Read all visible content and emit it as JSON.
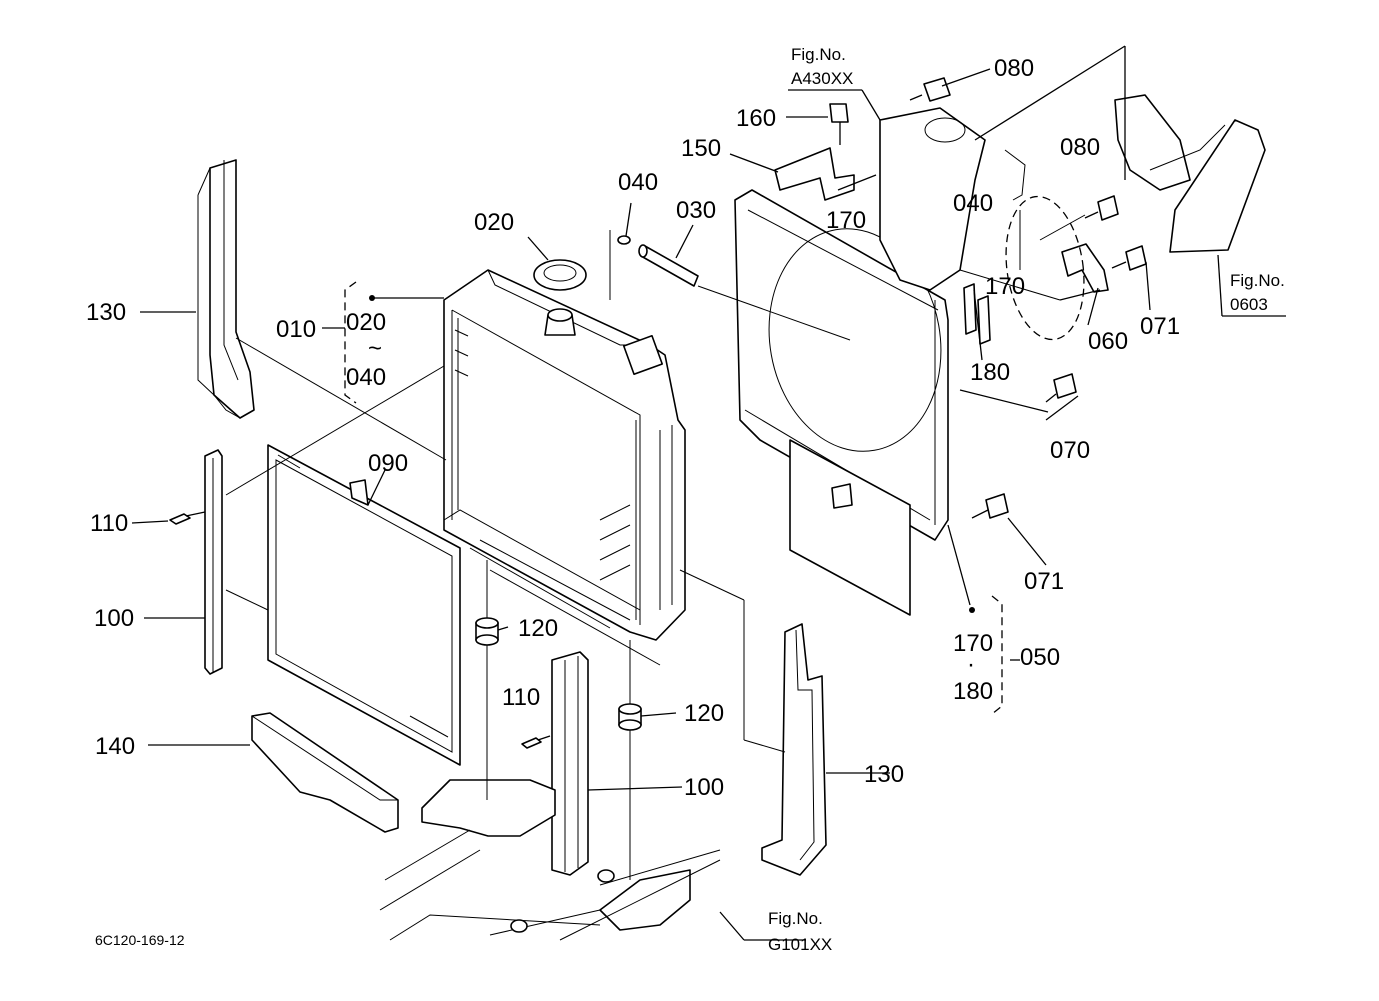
{
  "labels": {
    "p130_left": "130",
    "p010": "010",
    "p020_range_start": "020",
    "range_tilde": "~",
    "p040_range_end": "040",
    "p020_cap": "020",
    "p040_top": "040",
    "p030": "030",
    "p090": "090",
    "p110_left": "110",
    "p100_left": "100",
    "p140": "140",
    "p120_a": "120",
    "p110_mid": "110",
    "p120_b": "120",
    "p100_mid": "100",
    "p130_right": "130",
    "p160": "160",
    "p150": "150",
    "p170_top": "170",
    "p040_right": "040",
    "p080_top": "080",
    "p080_right": "080",
    "p170_mid": "170",
    "p060": "060",
    "p071_top": "071",
    "p180_mid": "180",
    "p070": "070",
    "p071_bottom": "071",
    "p170_group": "170",
    "group_dot": "·",
    "p180_group": "180",
    "p050": "050"
  },
  "fig_refs": {
    "a430": {
      "title": "Fig.No.",
      "code": "A430XX"
    },
    "p0603": {
      "title": "Fig.No.",
      "code": "0603"
    },
    "g101": {
      "title": "Fig.No.",
      "code": "G101XX"
    }
  },
  "drawing_code": "6C120-169-12"
}
